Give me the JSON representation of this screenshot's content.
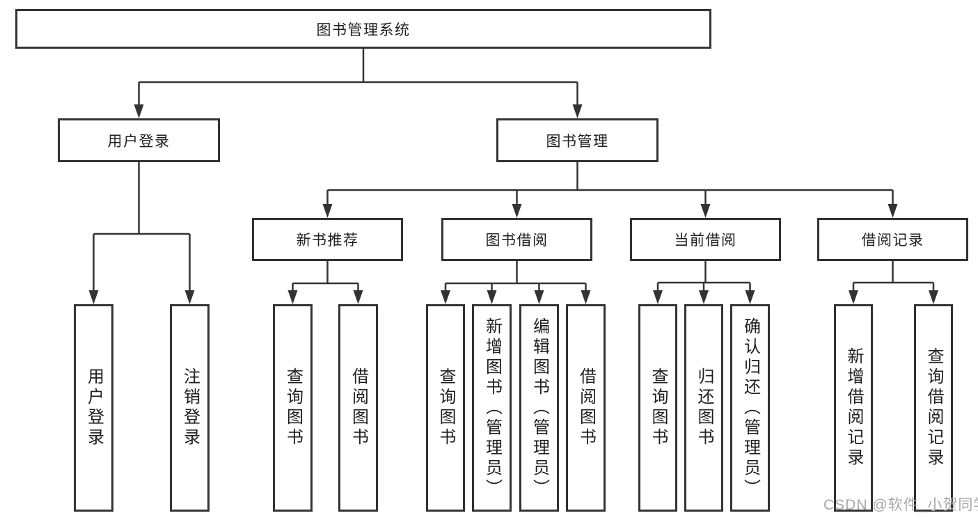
{
  "tree": {
    "label": "图书管理系统",
    "children": [
      {
        "label": "用户登录",
        "children": [
          {
            "label": "用户登录"
          },
          {
            "label": "注销登录"
          }
        ]
      },
      {
        "label": "图书管理",
        "children": [
          {
            "label": "新书推荐",
            "children": [
              {
                "label": "查询图书"
              },
              {
                "label": "借阅图书"
              }
            ]
          },
          {
            "label": "图书借阅",
            "children": [
              {
                "label": "查询图书"
              },
              {
                "label": "新增图书（管理员）"
              },
              {
                "label": "编辑图书（管理员）"
              },
              {
                "label": "借阅图书"
              }
            ]
          },
          {
            "label": "当前借阅",
            "children": [
              {
                "label": "查询图书"
              },
              {
                "label": "归还图书"
              },
              {
                "label": "确认归还（管理员）"
              }
            ]
          },
          {
            "label": "借阅记录",
            "children": [
              {
                "label": "新增借阅记录"
              },
              {
                "label": "查询借阅记录"
              }
            ]
          }
        ]
      }
    ]
  },
  "watermark": "CSDN @软件_小贺同学",
  "colors": {
    "line": "#333333",
    "border": "#333333",
    "text": "#1f1f1f",
    "watermark": "#a8a8a8",
    "background": "#ffffff"
  }
}
